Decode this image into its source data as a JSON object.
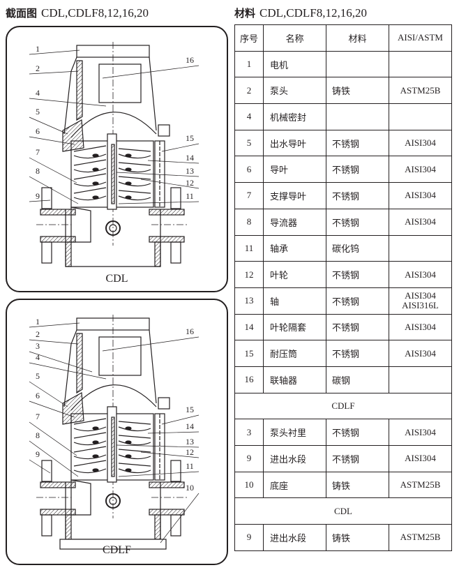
{
  "left_heading": {
    "bold": "截面图",
    "models": "CDL,CDLF8,12,16,20"
  },
  "right_heading": {
    "bold": "材料",
    "models": "CDL,CDLF8,12,16,20"
  },
  "drawings": [
    {
      "caption": "CDL",
      "left_callouts": [
        "1",
        "2",
        "4",
        "5",
        "6",
        "7",
        "8",
        "9"
      ],
      "right_callouts": [
        "16",
        "15",
        "14",
        "13",
        "12",
        "11"
      ]
    },
    {
      "caption": "CDLF",
      "left_callouts": [
        "1",
        "2",
        "3",
        "4",
        "5",
        "6",
        "7",
        "8",
        "9"
      ],
      "right_callouts": [
        "16",
        "15",
        "14",
        "13",
        "12",
        "11",
        "10"
      ]
    }
  ],
  "table": {
    "headers": [
      "序号",
      "名称",
      "材料",
      "AISI/ASTM"
    ],
    "rows": [
      [
        "1",
        "电机",
        "",
        ""
      ],
      [
        "2",
        "泵头",
        "铸铁",
        "ASTM25B"
      ],
      [
        "4",
        "机械密封",
        "",
        ""
      ],
      [
        "5",
        "出水导叶",
        "不锈钢",
        "AISI304"
      ],
      [
        "6",
        "导叶",
        "不锈钢",
        "AISI304"
      ],
      [
        "7",
        "支撑导叶",
        "不锈钢",
        "AISI304"
      ],
      [
        "8",
        "导流器",
        "不锈钢",
        "AISI304"
      ],
      [
        "11",
        "轴承",
        "碳化钨",
        ""
      ],
      [
        "12",
        "叶轮",
        "不锈钢",
        "AISI304"
      ],
      [
        "13",
        "轴",
        "不锈钢",
        "AISI304 AISI316L"
      ],
      [
        "14",
        "叶轮隔套",
        "不锈钢",
        "AISI304"
      ],
      [
        "15",
        "耐压筒",
        "不锈钢",
        "AISI304"
      ],
      [
        "16",
        "联轴器",
        "碳钢",
        ""
      ]
    ],
    "section_cdlf": "CDLF",
    "rows_cdlf": [
      [
        "3",
        "泵头衬里",
        "不锈钢",
        "AISI304"
      ],
      [
        "9",
        "进出水段",
        "不锈钢",
        "AISI304"
      ],
      [
        "10",
        "底座",
        "铸铁",
        "ASTM25B"
      ]
    ],
    "section_cdl": "CDL",
    "rows_cdl": [
      [
        "9",
        "进出水段",
        "铸铁",
        "ASTM25B"
      ]
    ]
  }
}
